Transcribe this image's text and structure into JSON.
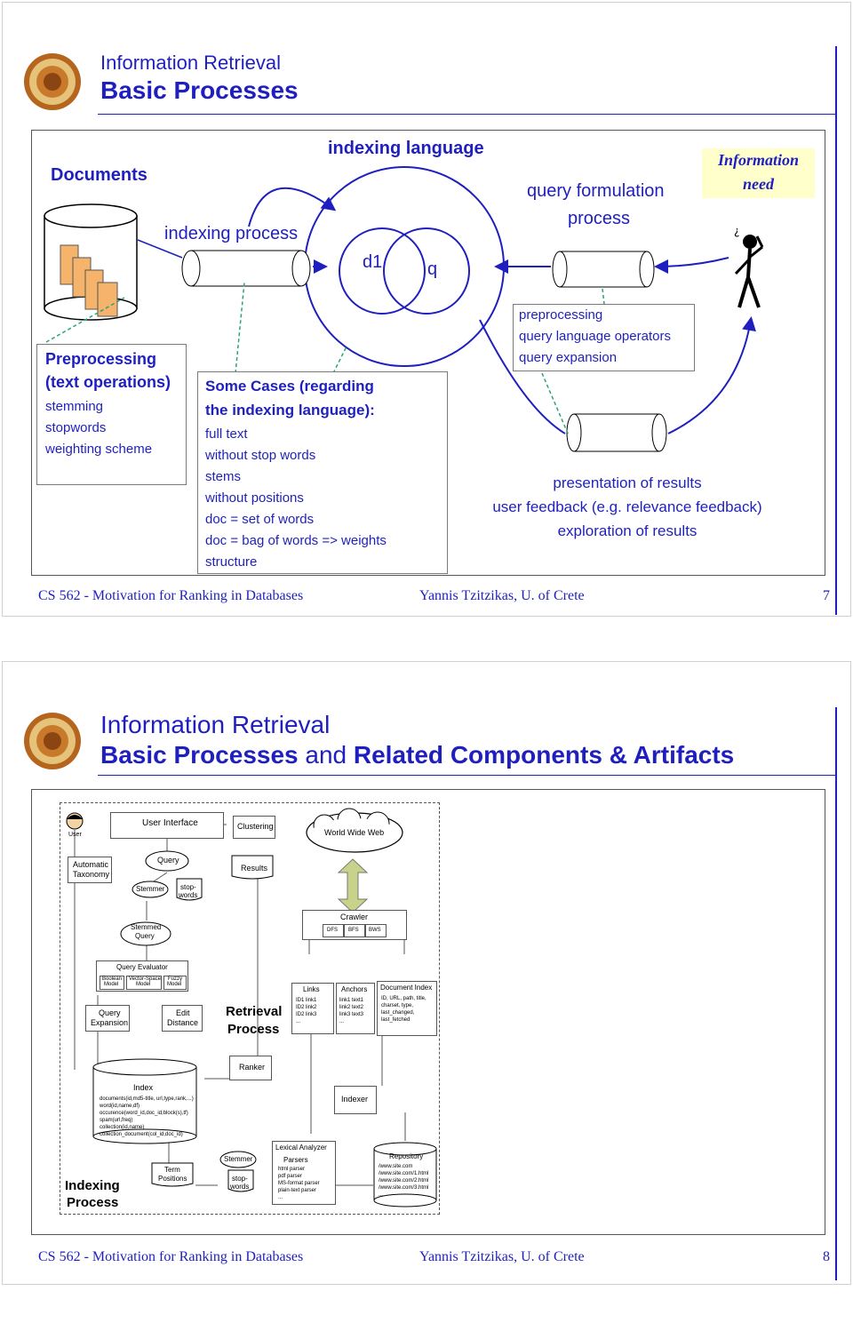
{
  "slide1": {
    "subtitle": "Information Retrieval",
    "title": "Basic Processes",
    "documents_label": "Documents",
    "indexing_language_label": "indexing language",
    "indexing_process_label": "indexing process",
    "query_formulation_line1": "query formulation",
    "query_formulation_line2": "process",
    "info_need_line1": "Information",
    "info_need_line2": "need",
    "d1_label": "d1",
    "q_label": "q",
    "preprocessing_box": {
      "title1": "Preprocessing",
      "title2": "(text operations)",
      "items": [
        "stemming",
        "stopwords",
        "weighting scheme"
      ]
    },
    "cases_box": {
      "title1": "Some Cases (regarding",
      "title2": "the indexing language):",
      "items": [
        "full text",
        "without stop words",
        "stems",
        "without positions",
        "doc = set of words",
        "doc = bag of words => weights",
        "structure"
      ]
    },
    "query_box": {
      "items": [
        "preprocessing",
        "query language operators",
        "query expansion"
      ]
    },
    "results_text": [
      "presentation of results",
      "user feedback (e.g. relevance feedback)",
      "exploration of results"
    ],
    "footer_left": "CS 562 - Motivation for Ranking in Databases",
    "footer_mid": "Yannis Tzitzikas, U. of Crete",
    "footer_page": "7"
  },
  "slide2": {
    "subtitle": "Information Retrieval",
    "title_part1": "Basic Processes",
    "title_part2": " and ",
    "title_part3": "Related Components & Artifacts",
    "diagram": {
      "user": "User",
      "user_interface": "User Interface",
      "clustering": "Clustering",
      "www": "World Wide Web",
      "automatic_taxonomy1": "Automatic",
      "automatic_taxonomy2": "Taxonomy",
      "query": "Query",
      "results": "Results",
      "stemmer": "Stemmer",
      "stopwords1": "stop-",
      "stopwords2": "words",
      "crawler": "Crawler",
      "dfs": "DFS",
      "bfs": "BFS",
      "bws": "BWS",
      "stemmed_query1": "Stemmed",
      "stemmed_query2": "Query",
      "query_evaluator": "Query Evaluator",
      "boolean1": "Boolean",
      "boolean2": "Model",
      "vector1": "Vector-Space",
      "vector2": "Model",
      "fuzzy1": "Fuzzy",
      "fuzzy2": "Model",
      "links": "Links",
      "links_rows": [
        "ID1   link1",
        "ID2   link2",
        "ID2   link3",
        "..."
      ],
      "anchors": "Anchors",
      "anchors_rows": [
        "link1 text1",
        "link2 text2",
        "link3 text3",
        "..."
      ],
      "document_index": "Document Index",
      "docindex_rows": [
        "ID, URL, path, title,",
        "charset, type,",
        "last_changed,",
        "last_fetched"
      ],
      "query_expansion1": "Query",
      "query_expansion2": "Expansion",
      "edit_distance1": "Edit",
      "edit_distance2": "Distance",
      "retrieval1": "Retrieval",
      "retrieval2": "Process",
      "ranker": "Ranker",
      "index": "Index",
      "index_rows": [
        "documents(id,md5-title, url,type,rank,...)",
        "word(id,name,df)",
        "occurence(word_id,doc_id,block(s),tf)",
        "spam(url,freq)",
        "collection(id,name)",
        "collection_document(col_id,doc_id)"
      ],
      "indexer": "Indexer",
      "lexical_analyzer": "Lexical Analyzer",
      "parsers": "Parsers",
      "parsers_rows": [
        "html parser",
        "pdf parser",
        "MS-format parser",
        "plain-text parser",
        "..."
      ],
      "repository": "Repository",
      "repository_rows": [
        "/www.site.com",
        "/www.site.com/1.html",
        "/www.site.com/2.html",
        "/www.site.com/3.html",
        "..."
      ],
      "term_positions1": "Term",
      "term_positions2": "Positions",
      "stemmer2": "Stemmer",
      "indexing1": "Indexing",
      "indexing2": "Process"
    },
    "footer_left": "CS 562 - Motivation for Ranking in Databases",
    "footer_mid": "Yannis Tzitzikas, U. of Crete",
    "footer_page": "8"
  },
  "colors": {
    "accent": "#1f1fbf",
    "info_need_bg": "#ffffcc"
  }
}
